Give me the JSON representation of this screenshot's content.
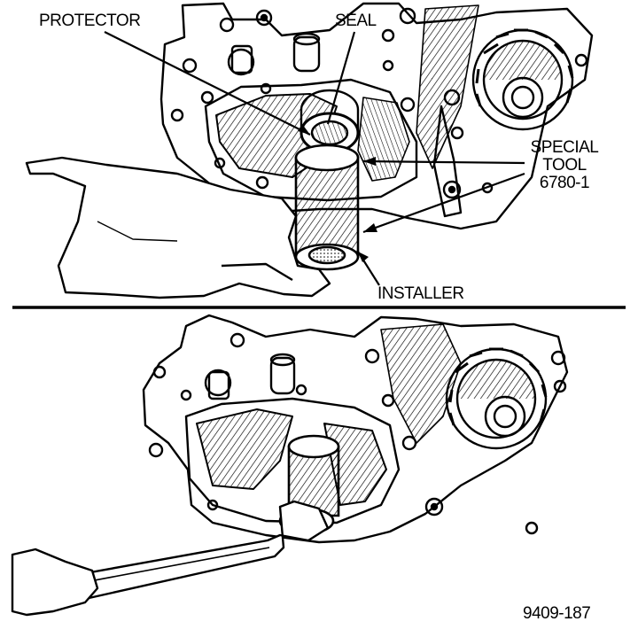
{
  "labels": {
    "protector": "PROTECTOR",
    "seal": "SEAL",
    "special_tool_line1": "SPECIAL",
    "special_tool_line2": "TOOL",
    "special_tool_line3": "6780-1",
    "installer": "INSTALLER"
  },
  "figure_number": "9409-187"
}
